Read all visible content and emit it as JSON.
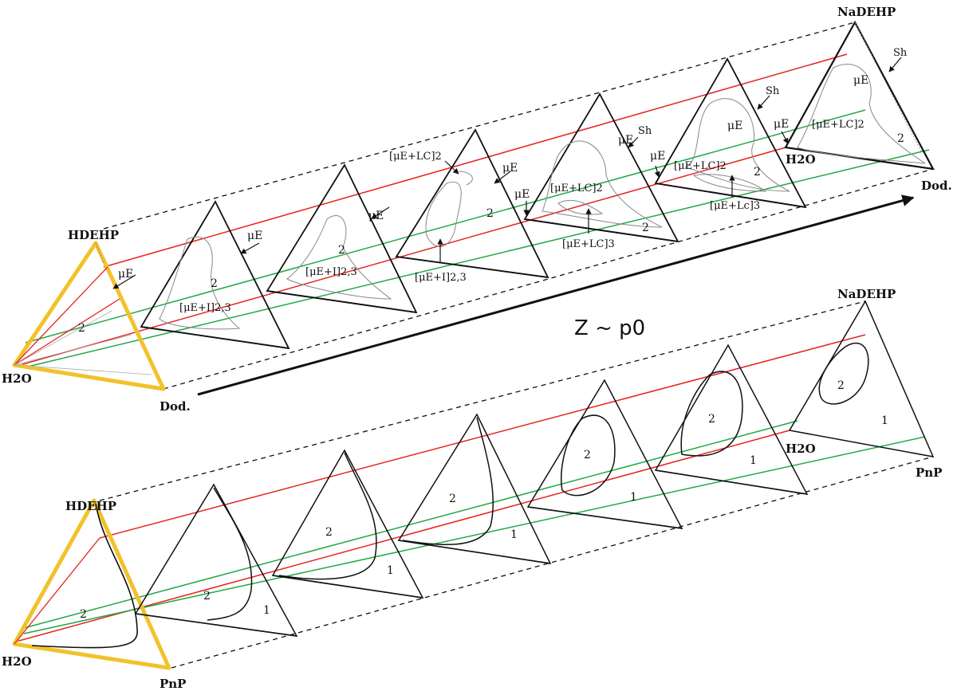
{
  "colors": {
    "accent_yellow": "#f2c22c",
    "red": "#e52420",
    "green": "#21a845",
    "black": "#111111",
    "gray": "#888888"
  },
  "top": {
    "vertex_hdehp": "HDEHP",
    "vertex_h2o_start": "H2O",
    "vertex_dod_start": "Dod.",
    "vertex_nadehp": "NaDEHP",
    "vertex_h2o_end": "H2O",
    "vertex_dod_end": "Dod.",
    "axis_label": "Z ~ p0",
    "labels": {
      "ue": "μE",
      "two": "2",
      "ue_i23": "[μE+I]2,3",
      "ue_lc2": "[μE+LC]2",
      "ue_lc3": "[μE+LC]3",
      "ue_lc3b": "[μE+Lc]3",
      "sh": "Sh"
    }
  },
  "bottom": {
    "vertex_hdehp": "HDEHP",
    "vertex_h2o_start": "H2O",
    "vertex_pnp_start": "PnP",
    "vertex_nadehp": "NaDEHP",
    "vertex_h2o_end": "H2O",
    "vertex_pnp_end": "PnP",
    "labels": {
      "one": "1",
      "two": "2"
    }
  }
}
